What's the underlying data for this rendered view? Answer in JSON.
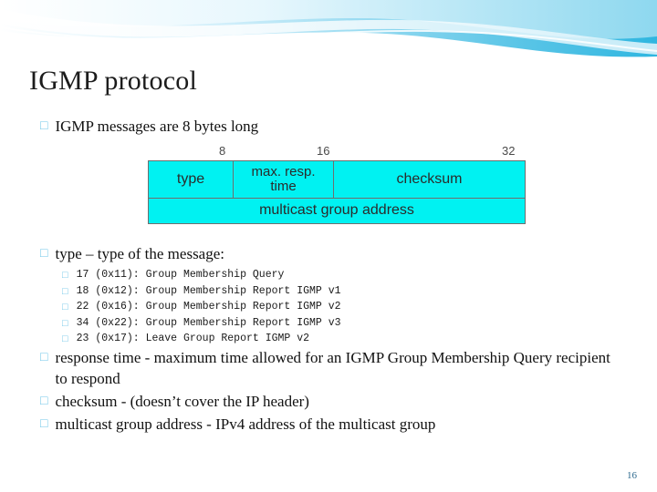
{
  "slide": {
    "title": "IGMP protocol",
    "page_number": "16",
    "bullet_marker": "□",
    "bullets": {
      "b1": "IGMP messages are 8 bytes long",
      "b2": "type – type of the message:",
      "b3": "response time - maximum time allowed for an IGMP Group Membership Query recipient to respond",
      "b4": "checksum - (doesn’t cover the IP header)",
      "b5": "multicast group address - IPv4 address of the multicast group"
    },
    "message_types": [
      "17 (0x11): Group Membership Query",
      "18 (0x12): Group Membership Report IGMP v1",
      "22 (0x16): Group Membership Report IGMP v2",
      "34 (0x22): Group Membership Report IGMP v3",
      "23 (0x17): Leave Group Report IGMP v2"
    ],
    "packet_diagram": {
      "ruler_ticks": [
        "8",
        "16",
        "32"
      ],
      "fields": {
        "type": "type",
        "resp_time_line1": "max. resp.",
        "resp_time_line2": "time",
        "checksum": "checksum",
        "address": "multicast group address"
      },
      "field_fill": "#00f2f2"
    }
  }
}
